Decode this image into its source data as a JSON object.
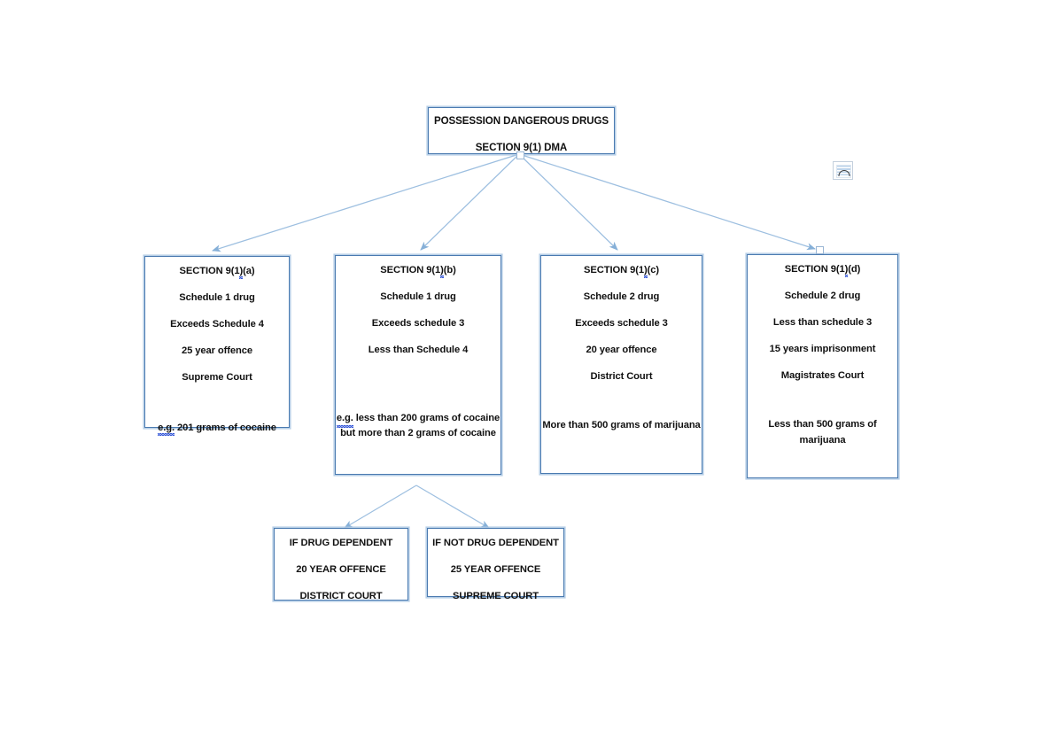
{
  "diagram": {
    "type": "flowchart",
    "title": "POSSESSION DANGEROUS DRUGS SECTION 9(1) DMA",
    "accent_color": "#4a7ab0",
    "edge_color": "#9dbfe0",
    "background": "#ffffff"
  },
  "root": {
    "line1": "POSSESSION DANGEROUS DRUGS",
    "line2": "SECTION 9(1) DMA"
  },
  "branches": [
    {
      "id": "section-9-1-a",
      "heading_pre": "SECTION 9(1",
      "heading_squiggle": ")",
      "heading_post": "(a)",
      "lines": [
        "Schedule 1 drug",
        "Exceeds Schedule 4",
        "25 year offence",
        "Supreme Court"
      ],
      "example_prefix": "e.g.",
      "example_text": "201 grams of cocaine",
      "example_full": "e.g. 201 grams of cocaine"
    },
    {
      "id": "section-9-1-b",
      "heading_pre": "SECTION 9(1",
      "heading_squiggle": ")",
      "heading_post": "(b)",
      "lines": [
        "Schedule 1 drug",
        "Exceeds schedule 3",
        "Less than Schedule 4"
      ],
      "example_prefix": "e.g.",
      "example_text": "less than 200 grams of cocaine but more than 2 grams of cocaine",
      "example_full": "e.g. less than 200 grams of cocaine but more than 2 grams of cocaine"
    },
    {
      "id": "section-9-1-c",
      "heading_pre": "SECTION 9(1",
      "heading_squiggle": ")",
      "heading_post": "(c)",
      "lines": [
        "Schedule 2 drug",
        "Exceeds schedule 3",
        "20 year offence",
        "District Court"
      ],
      "example_prefix": "",
      "example_text": "More than 500 grams of marijuana",
      "example_full": "More than 500 grams of marijuana"
    },
    {
      "id": "section-9-1-d",
      "heading_pre": "SECTION 9(1",
      "heading_squiggle": ")",
      "heading_post": "(d)",
      "lines": [
        "Schedule 2 drug",
        "Less than schedule 3",
        "15 years imprisonment",
        "Magistrates Court"
      ],
      "example_prefix": "",
      "example_text": "Less than 500 grams of marijuana",
      "example_full": "Less than 500 grams of marijuana"
    }
  ],
  "sub_branches": [
    {
      "id": "if-drug-dependent",
      "line1": "IF DRUG DEPENDENT",
      "line2": "20 YEAR OFFENCE",
      "line3": "DISTRICT COURT"
    },
    {
      "id": "if-not-drug-dependent",
      "line1": "IF NOT DRUG DEPENDENT",
      "line2": "25 YEAR OFFENCE",
      "line3": "SUPREME COURT"
    }
  ],
  "decoration": {
    "picture_icon_name": "picture-placeholder-icon"
  }
}
